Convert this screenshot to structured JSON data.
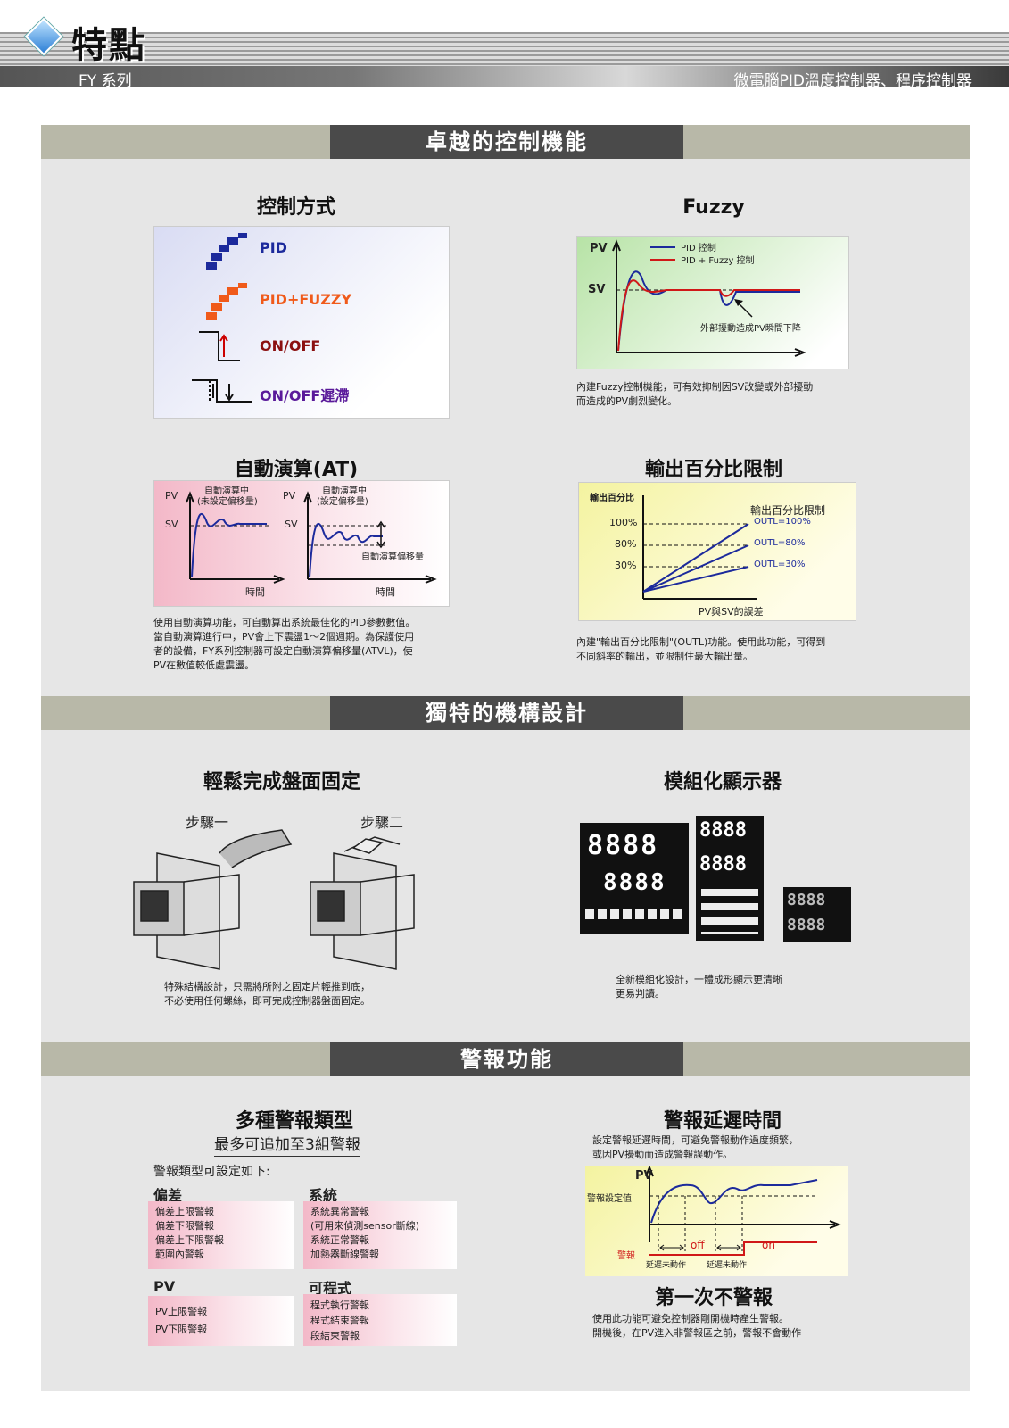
{
  "header": {
    "title": "特點",
    "series": "FY 系列",
    "right": "微電腦PID溫度控制器、程序控制器"
  },
  "sec1": {
    "title": "卓越的控制機能",
    "control": {
      "title": "控制方式",
      "items": [
        "PID",
        "PID+FUZZY",
        "ON/OFF",
        "ON/OFF遲滯"
      ]
    },
    "fuzzy": {
      "title": "Fuzzy",
      "pv": "PV",
      "sv": "SV",
      "legend1": "PID 控制",
      "legend2": "PID + Fuzzy 控制",
      "note": "外部擾動造成PV瞬間下降",
      "desc1": "內建Fuzzy控制機能，可有效抑制因SV改變或外部擾動",
      "desc2": "而造成的PV劇烈變化。"
    },
    "at": {
      "title": "自動演算(AT)",
      "pv": "PV",
      "sv": "SV",
      "label1a": "自動演算中",
      "label1b": "(未設定偏移量)",
      "label2a": "自動演算中",
      "label2b": "(設定偏移量)",
      "offset": "自動演算偏移量",
      "time": "時間",
      "desc1": "使用自動演算功能，可自動算出系統最佳化的PID參數數值。",
      "desc2": "當自動演算進行中，PV會上下震盪1～2個週期。為保護使用",
      "desc3": "者的設備，FY系列控制器可設定自動演算偏移量(ATVL)，使",
      "desc4": "PV在數值較低處震盪。"
    },
    "outl": {
      "title": "輸出百分比限制",
      "yaxis": "輸出百分比",
      "limit": "輸出百分比限制",
      "p100": "100%",
      "p80": "80%",
      "p30": "30%",
      "l100": "OUTL=100%",
      "l80": "OUTL=80%",
      "l30": "OUTL=30%",
      "xaxis": "PV與SV的誤差",
      "desc1": "內建\"輸出百分比限制\"(OUTL)功能。使用此功能，可得到",
      "desc2": "不同斜率的輸出，並限制住最大輸出量。"
    }
  },
  "sec2": {
    "title": "獨特的機構設計",
    "mount": {
      "title": "輕鬆完成盤面固定",
      "step1": "步驟一",
      "step2": "步驟二",
      "desc1": "特殊結構設計，只需將所附之固定片輕推到底，",
      "desc2": "不必使用任何螺絲，即可完成控制器盤面固定。"
    },
    "display": {
      "title": "模組化顯示器",
      "digits": "8888",
      "desc1": "全新模組化設計，一體成形顯示更清晰",
      "desc2": "更易判讀。"
    }
  },
  "sec3": {
    "title": "警報功能",
    "types": {
      "title": "多種警報類型",
      "subtitle": "最多可追加至3組警報",
      "intro": "警報類型可設定如下:",
      "dev": {
        "title": "偏差",
        "items": [
          "偏差上限警報",
          "偏差下限警報",
          "偏差上下限警報",
          "範圍內警報"
        ]
      },
      "sys": {
        "title": "系統",
        "items": [
          "系統異常警報",
          "(可用來偵測sensor斷線)",
          "系統正常警報",
          "加熱器斷線警報"
        ]
      },
      "pv": {
        "title": "PV",
        "items": [
          "PV上限警報",
          "PV下限警報"
        ]
      },
      "prog": {
        "title": "可程式",
        "items": [
          "程式執行警報",
          "程式結束警報",
          "段結束警報"
        ]
      }
    },
    "delay": {
      "title": "警報延遲時間",
      "desc1": "設定警報延遲時間，可避免警報動作過度頻繁，",
      "desc2": "或因PV擾動而造成警報誤動作。",
      "pv": "PV",
      "setpoint": "警報設定值",
      "alarm": "警報",
      "off": "off",
      "on": "on",
      "nd1": "延遲未動作",
      "nd2": "延遲未動作"
    },
    "first": {
      "title": "第一次不警報",
      "desc1": "使用此功能可避免控制器剛開機時產生警報。",
      "desc2": "開機後，在PV進入非警報區之前，警報不會動作"
    }
  }
}
